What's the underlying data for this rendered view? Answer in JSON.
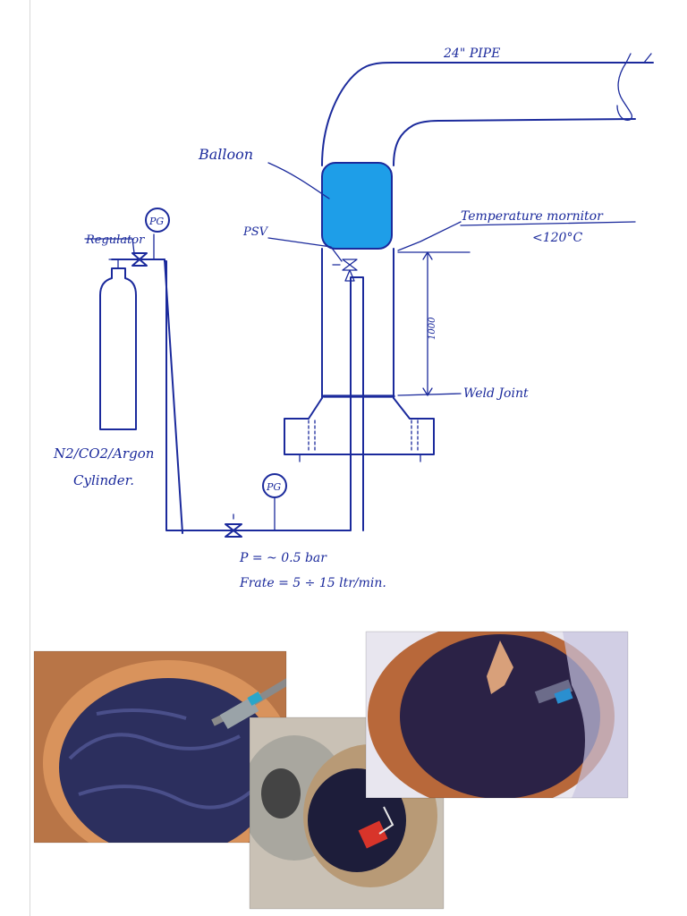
{
  "diagram": {
    "labels": {
      "pipe": "24\" PIPE",
      "balloon": "Balloon",
      "temperature_monitor": "Temperature mornitor",
      "temperature_limit": "<120°C",
      "psv": "PSV",
      "regulator": "Regulator",
      "pg": "PG",
      "dimension": "1000",
      "weld_joint": "Weld Joint",
      "cylinder_line1": "N2/CO2/Argon",
      "cylinder_line2": "Cylinder.",
      "pressure": "P = ~ 0.5 bar",
      "flow_rate": "Frate = 5 ÷ 15 ltr/min."
    },
    "colors": {
      "ink": "#1b2a9c",
      "balloon_fill": "#1e9ee8"
    }
  },
  "photos": [
    {
      "icon": "balloon-in-pipe-photo"
    },
    {
      "icon": "pipe-interior-photo"
    },
    {
      "icon": "hand-in-pipe-photo"
    }
  ]
}
